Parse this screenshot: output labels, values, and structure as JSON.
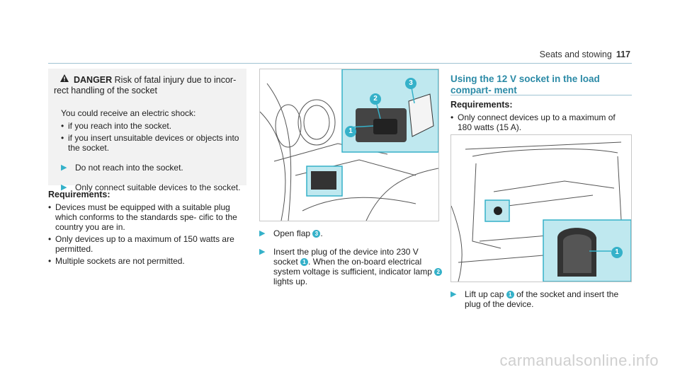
{
  "header": {
    "section": "Seats and stowing",
    "page": "117"
  },
  "danger": {
    "label": "DANGER",
    "text": "Risk of fatal injury due to incor- rect handling of the socket",
    "intro": "You could receive an electric shock:",
    "bullets": [
      "if you reach into the socket.",
      "if you insert unsuitable devices or objects into the socket."
    ],
    "steps": [
      "Do not reach into the socket.",
      "Only connect suitable devices to the socket."
    ]
  },
  "requirements1": {
    "title": "Requirements:",
    "bullets": [
      "Devices must be equipped with a suitable plug which conforms to the standards spe- cific to the country you are in.",
      "Only devices up to a maximum of 150 watts are permitted.",
      "Multiple sockets are not permitted."
    ]
  },
  "steps230": {
    "s1_a": "Open flap",
    "s1_badge": "3",
    "s1_b": ".",
    "s2_a": "Insert the plug of the device into 230 V socket",
    "s2_badge1": "1",
    "s2_b": ". When the on-board electrical system voltage is sufficient, indicator lamp",
    "s2_badge2": "2",
    "s2_c": "lights up."
  },
  "section12v": {
    "title": "Using the 12 V socket in the load compart- ment",
    "req_title": "Requirements:",
    "req_bullet": "Only connect devices up to a maximum of 180 watts (15 A).",
    "step_a": "Lift up cap",
    "step_badge": "1",
    "step_b": "of the socket and insert the plug of the device."
  },
  "fig1": {
    "callouts": [
      "1",
      "2",
      "3"
    ]
  },
  "fig2": {
    "callouts": [
      "1"
    ]
  },
  "watermark": "carmanualsonline.info",
  "colors": {
    "accent": "#35b1c9",
    "inset": "#bfe8ef",
    "title": "#2b8aa6"
  }
}
